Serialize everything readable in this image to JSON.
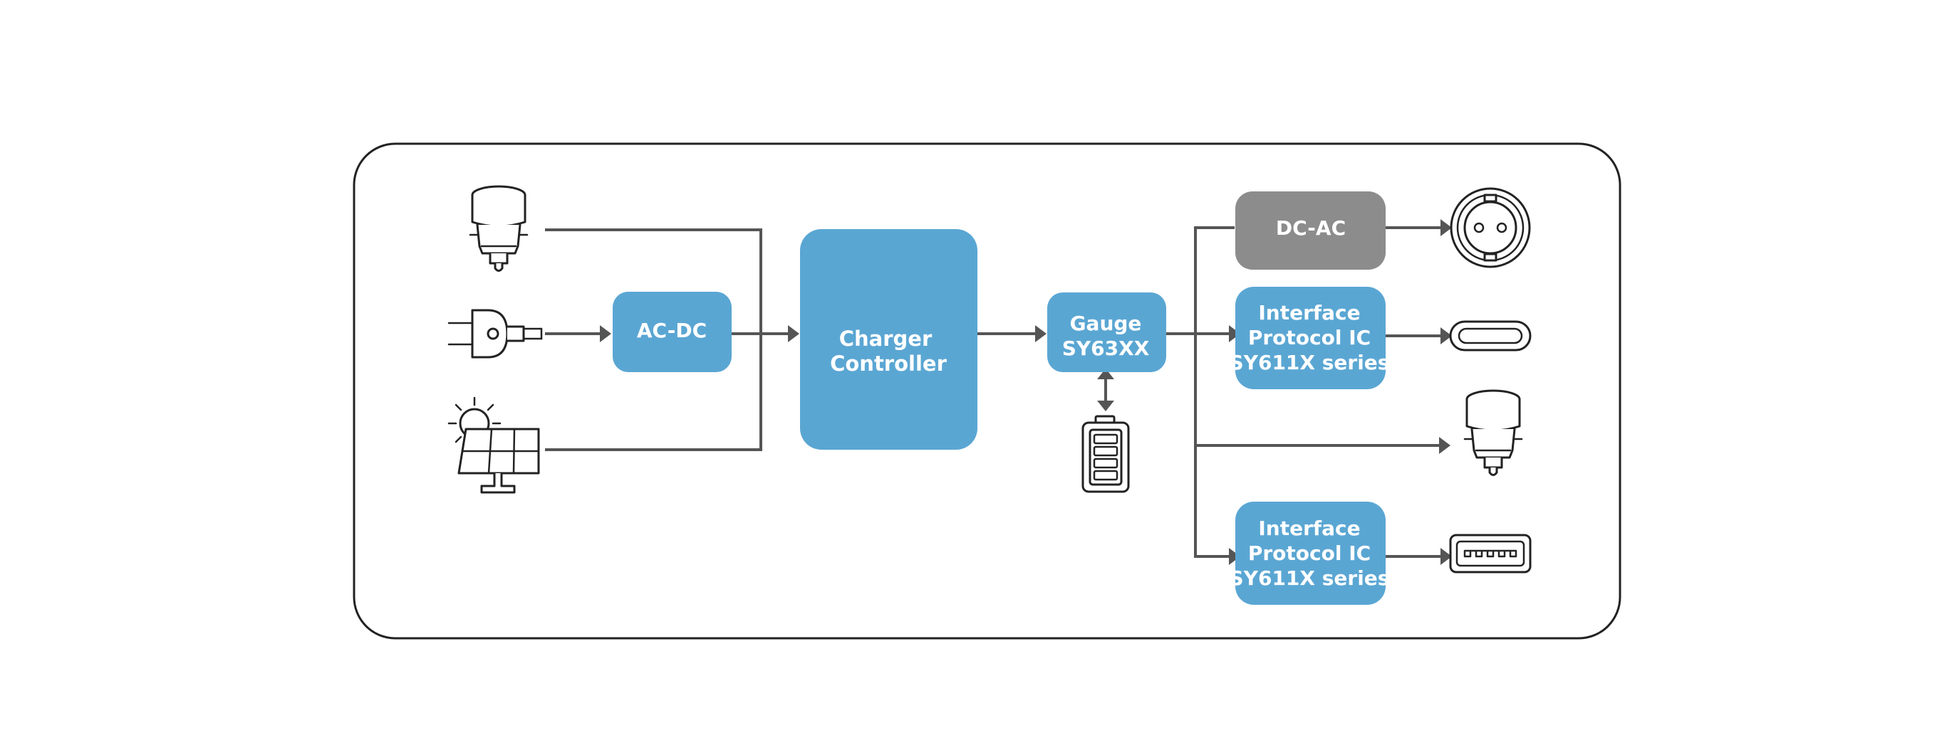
{
  "blocks": {
    "ac_dc": "AC-DC",
    "charger_line1": "Charger",
    "charger_line2": "Controller",
    "gauge_line1": "Gauge",
    "gauge_line2": "SY63XX",
    "dc_ac": "DC-AC",
    "iface1_line1": "Interface",
    "iface1_line2": "Protocol IC",
    "iface1_line3": "SY611X series",
    "iface2_line1": "Interface",
    "iface2_line2": "Protocol IC",
    "iface2_line3": "SY611X series"
  },
  "colors": {
    "block_blue": "#5aa6d3",
    "block_gray": "#8c8c8c",
    "wire": "#555555",
    "frame": "#222222"
  },
  "icons": {
    "inputs": [
      "car-charger-icon",
      "ac-plug-icon",
      "solar-panel-icon"
    ],
    "storage": "battery-icon",
    "outputs": [
      "ac-socket-icon",
      "usb-c-port-icon",
      "car-charger-icon",
      "usb-a-port-icon"
    ]
  }
}
